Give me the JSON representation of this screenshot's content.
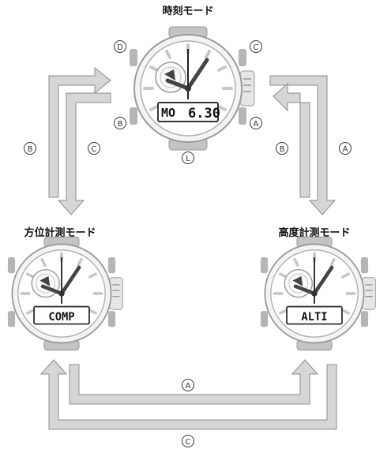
{
  "modes": {
    "timekeeping": {
      "title": "時刻モード",
      "lcd_left": "MO",
      "lcd_right": "6.30"
    },
    "compass": {
      "title": "方位計測モード",
      "lcd": "COMP"
    },
    "altimeter": {
      "title": "高度計測モード",
      "lcd": "ALTI"
    }
  },
  "watch_buttons": {
    "top_left": "D",
    "top_right": "C",
    "bottom_left": "B",
    "bottom_right": "A",
    "bottom": "L"
  },
  "transitions": {
    "time_to_compass": "C",
    "compass_to_time": "B",
    "time_to_altimeter": "A",
    "altimeter_to_time": "B",
    "compass_to_altimeter": "A",
    "altimeter_to_compass": "C"
  },
  "colors": {
    "arrow_fill": "#d6d6d6",
    "arrow_stroke": "#8c8c8c",
    "watch_gray": "#bdbdbd",
    "hand": "#333333"
  }
}
